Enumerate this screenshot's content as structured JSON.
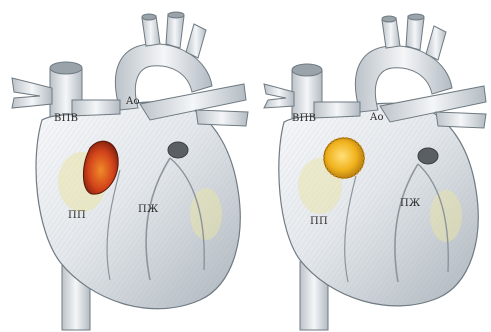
{
  "figure": {
    "left_heart": {
      "labels": {
        "svc": "ВПВ",
        "aorta": "Ao",
        "ra": "ПП",
        "rv": "ПЖ"
      },
      "appendage_color": "#d2431a"
    },
    "right_heart": {
      "labels": {
        "svc": "ВПВ",
        "aorta": "Ao",
        "ra": "ПП",
        "rv": "ПЖ"
      },
      "appendage_color": "#f0b21c"
    },
    "colors": {
      "body_light": "#eef1f4",
      "body_shadow": "#b9c1c8",
      "tint_yellow": "#e9e3a6",
      "outline": "#6f7a82"
    }
  }
}
